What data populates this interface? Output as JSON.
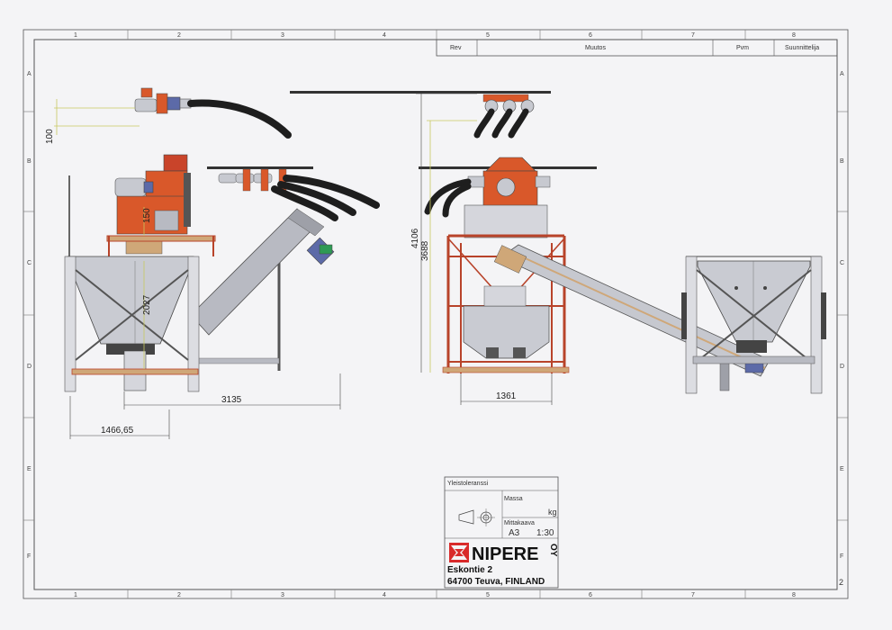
{
  "grid": {
    "columns": [
      "1",
      "2",
      "3",
      "4",
      "5",
      "6",
      "7",
      "8"
    ],
    "rows": [
      "A",
      "B",
      "C",
      "D",
      "E",
      "F"
    ]
  },
  "revision_table": {
    "headers": [
      "Rev",
      "Muutos",
      "Pvm",
      "Suunnittelija"
    ]
  },
  "dimensions": {
    "d100": "100",
    "d150": "150",
    "d2027": "2027",
    "d3135": "3135",
    "d1466": "1466,65",
    "d4106": "4106",
    "d3688": "3688",
    "d1361": "1361"
  },
  "title_block": {
    "tolerance_label": "Yleistoleranssi",
    "mass_label": "Massa",
    "mass_unit": "kg",
    "scale_label": "Mittakaava",
    "paper_size": "A3",
    "scale": "1:30",
    "company": "NIPERE",
    "company_suffix": "OY",
    "address_line1": "Eskontie 2",
    "address_line2": "64700 Teuva, FINLAND"
  },
  "sheet_number": "2",
  "colors": {
    "orange": "#d9582a",
    "rust": "#b8432a",
    "steel": "#b8bac2",
    "hose": "#1e1e1e",
    "motor": "#5c6aa8",
    "dim_line": "#c8c860",
    "logo_red": "#d92a2a"
  }
}
